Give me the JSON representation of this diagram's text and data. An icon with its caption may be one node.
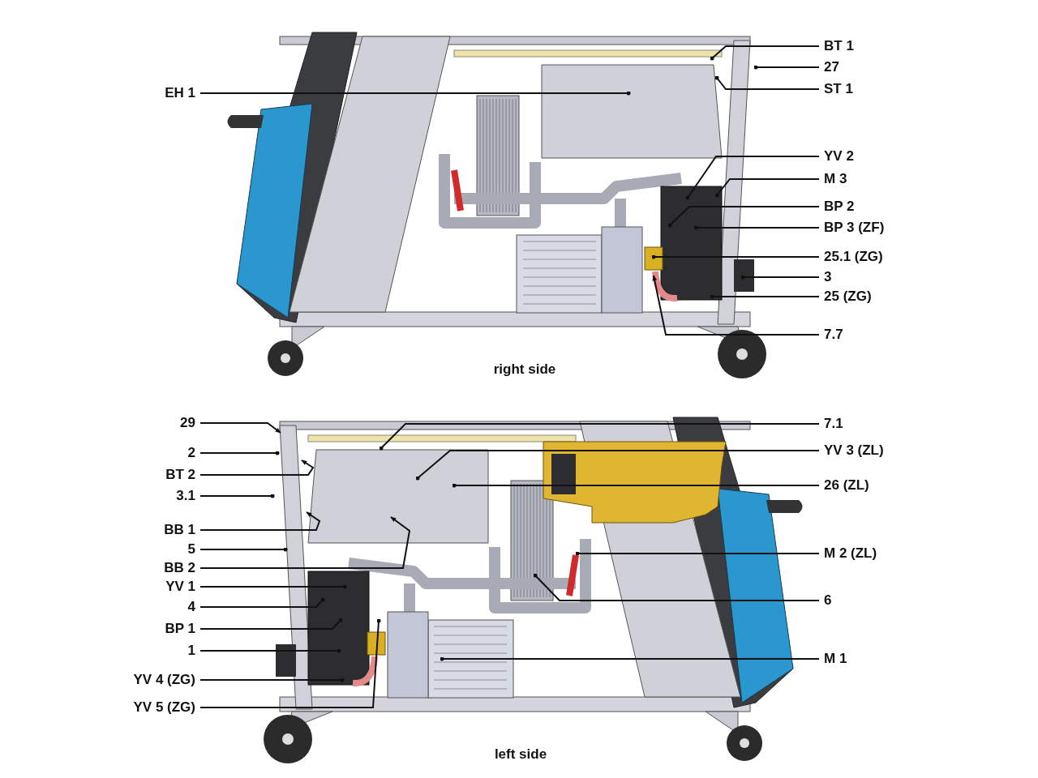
{
  "diagram": {
    "nodes": [
      {
        "text": [
          "EH 1"
        ]
      },
      {
        "text": [
          "BT 1"
        ]
      },
      {
        "text": [
          "27"
        ]
      },
      {
        "text": [
          "ST 1"
        ]
      },
      {
        "text": [
          "YV 2"
        ]
      },
      {
        "text": [
          "M 3"
        ]
      },
      {
        "text": [
          "BP 2"
        ]
      },
      {
        "text": [
          "BP 3 (ZF)"
        ]
      },
      {
        "text": [
          "25.1 (ZG)"
        ]
      },
      {
        "text": [
          "3"
        ]
      },
      {
        "text": [
          "25 (ZG)"
        ]
      },
      {
        "text": [
          "7.7"
        ]
      },
      {
        "text": [
          "29"
        ]
      },
      {
        "text": [
          "7.1"
        ]
      },
      {
        "text": [
          "2"
        ]
      },
      {
        "text": [
          "YV 3 (ZL)"
        ]
      },
      {
        "text": [
          "BT 2"
        ]
      },
      {
        "text": [
          "26 (ZL)"
        ]
      },
      {
        "text": [
          "3.1"
        ]
      },
      {
        "text": [
          "BB 1"
        ]
      },
      {
        "text": [
          "M 2 (ZL)"
        ]
      },
      {
        "text": [
          "5"
        ]
      },
      {
        "text": [
          "BB 2"
        ]
      },
      {
        "text": [
          "YV 1"
        ]
      },
      {
        "text": [
          "6"
        ]
      },
      {
        "text": [
          "4"
        ]
      },
      {
        "text": [
          "BP 1"
        ]
      },
      {
        "text": [
          "1"
        ]
      },
      {
        "text": [
          "M 1"
        ]
      },
      {
        "text": [
          "YV 4 (ZG)"
        ]
      },
      {
        "text": [
          "YV 5 (ZG)"
        ]
      }
    ],
    "edges": [
      {
        "from": 0,
        "to": null,
        "arrow": "other"
      },
      {
        "from": 1,
        "to": null,
        "arrow": "other"
      },
      {
        "from": 2,
        "to": null,
        "arrow": "other"
      },
      {
        "from": 3,
        "to": null,
        "arrow": "other"
      },
      {
        "from": 4,
        "to": null,
        "arrow": "other"
      },
      {
        "from": 5,
        "to": null,
        "arrow": "other"
      },
      {
        "from": 6,
        "to": null,
        "arrow": "other"
      },
      {
        "from": 7,
        "to": null,
        "arrow": "other"
      },
      {
        "from": 8,
        "to": null,
        "arrow": "other"
      },
      {
        "from": 9,
        "to": null,
        "arrow": "other"
      },
      {
        "from": 10,
        "to": null,
        "arrow": "other"
      },
      {
        "from": 11,
        "to": null,
        "arrow": "to"
      },
      {
        "from": 12,
        "to": null,
        "arrow": "to"
      },
      {
        "from": 13,
        "to": null,
        "arrow": "other"
      },
      {
        "from": 14,
        "to": null,
        "arrow": "other"
      },
      {
        "from": 15,
        "to": null,
        "arrow": "other"
      },
      {
        "from": 16,
        "to": null,
        "arrow": "to"
      },
      {
        "from": 17,
        "to": null,
        "arrow": "other"
      },
      {
        "from": 18,
        "to": null,
        "arrow": "other"
      },
      {
        "from": 19,
        "to": null,
        "arrow": "to"
      },
      {
        "from": 20,
        "to": null,
        "arrow": "other"
      },
      {
        "from": 21,
        "to": null,
        "arrow": "other"
      },
      {
        "from": 22,
        "to": null,
        "arrow": "to"
      },
      {
        "from": 23,
        "to": null,
        "arrow": "other"
      },
      {
        "from": 24,
        "to": null,
        "arrow": "other"
      },
      {
        "from": 25,
        "to": null,
        "arrow": "other"
      },
      {
        "from": 26,
        "to": null,
        "arrow": "other"
      },
      {
        "from": 27,
        "to": null,
        "arrow": "other"
      },
      {
        "from": 28,
        "to": null,
        "arrow": "other"
      },
      {
        "from": 29,
        "to": null,
        "arrow": "other"
      },
      {
        "from": 30,
        "to": null,
        "arrow": "other"
      }
    ],
    "labels": [
      "right side",
      "left side"
    ]
  }
}
